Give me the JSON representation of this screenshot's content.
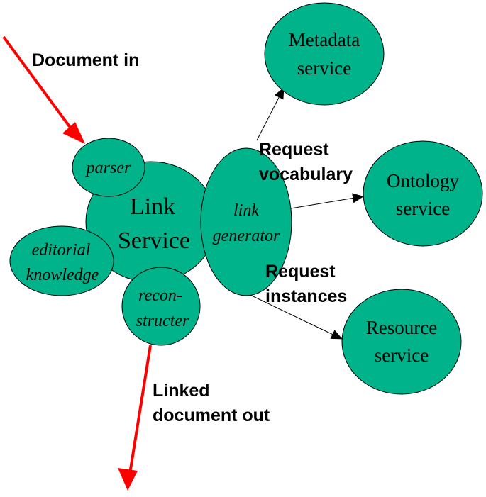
{
  "colors": {
    "node_fill": "#00b38a",
    "main_arrow": "#ff0000",
    "link_arrow": "#000000"
  },
  "nodes": {
    "metadata_service": {
      "line1": "Metadata",
      "line2": "service"
    },
    "ontology_service": {
      "line1": "Ontology",
      "line2": "service"
    },
    "resource_service": {
      "line1": "Resource",
      "line2": "service"
    },
    "link_service": {
      "line1": "Link",
      "line2": "Service"
    },
    "parser": {
      "label": "parser"
    },
    "link_generator": {
      "line1": "link",
      "line2": "generator"
    },
    "editorial_knowledge": {
      "line1": "editorial",
      "line2": "knowledge"
    },
    "reconstructer": {
      "line1": "recon-",
      "line2": "structer"
    }
  },
  "labels": {
    "document_in": "Document in",
    "request_vocabulary_1": "Request",
    "request_vocabulary_2": "vocabulary",
    "request_instances_1": "Request",
    "request_instances_2": "instances",
    "linked_out_1": "Linked",
    "linked_out_2": "document out"
  }
}
